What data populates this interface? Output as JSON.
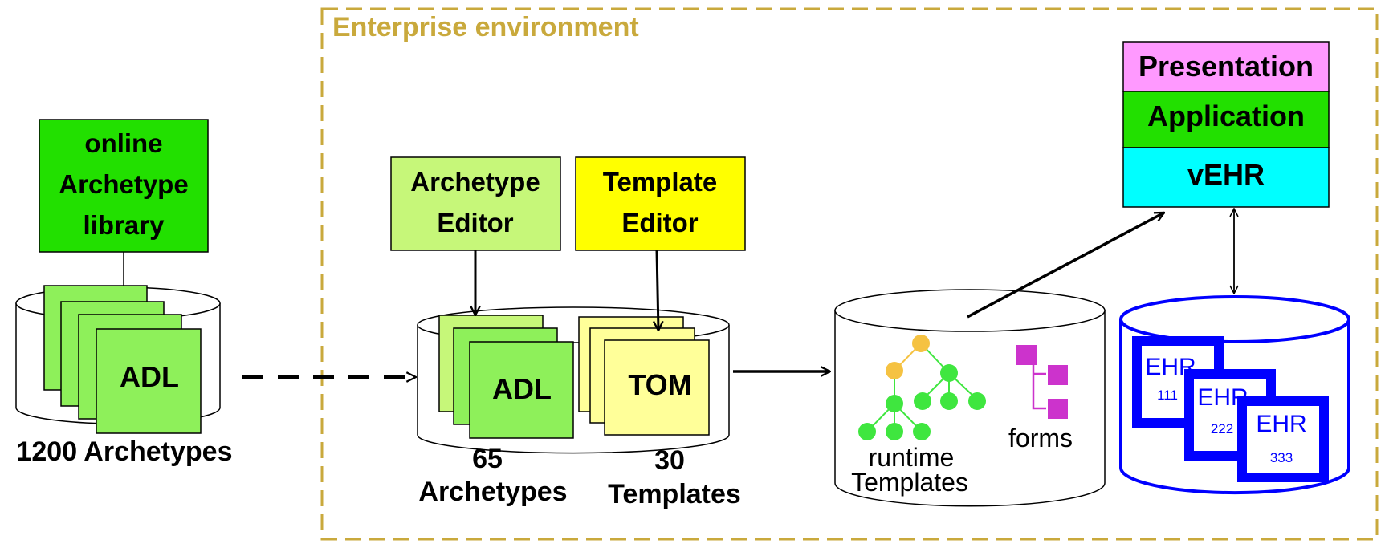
{
  "enterprise": {
    "label": "Enterprise environment",
    "border_color": "#C9A93C"
  },
  "library": {
    "line1": "online",
    "line2": "Archetype",
    "line3": "library",
    "color": "#22E000"
  },
  "library_store": {
    "card_label": "ADL",
    "caption": "1200 Archetypes",
    "card_color": "#8EF05A"
  },
  "archetype_editor": {
    "line1": "Archetype",
    "line2": "Editor",
    "color": "#C6F779"
  },
  "template_editor": {
    "line1": "Template",
    "line2": "Editor",
    "color": "#FFFF00"
  },
  "local_store": {
    "adl_label": "ADL",
    "tom_label": "TOM",
    "archetype_count": "65",
    "archetype_word": "Archetypes",
    "template_count": "30",
    "template_word": "Templates",
    "adl_color": "#8EF05A",
    "tom_color": "#FFFF99"
  },
  "runtime_store": {
    "templates_line1": "runtime",
    "templates_line2": "Templates",
    "forms_label": "forms"
  },
  "stack": {
    "presentation": "Presentation",
    "application": "Application",
    "vehr": "vEHR",
    "presentation_color": "#FF99FF",
    "application_color": "#22E000",
    "vehr_color": "#00FFFF"
  },
  "ehr_store": {
    "color": "#0000FF",
    "records": [
      {
        "label": "EHR",
        "id": "111"
      },
      {
        "label": "EHR",
        "id": "222"
      },
      {
        "label": "EHR",
        "id": "333"
      }
    ]
  }
}
